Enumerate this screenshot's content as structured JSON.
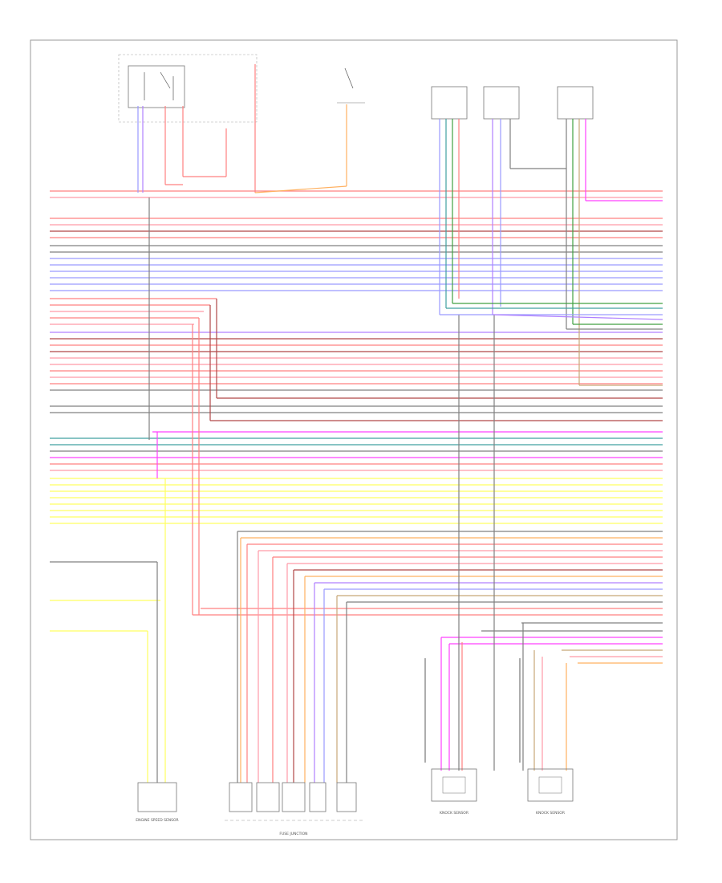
{
  "diagram": {
    "footer_code": "",
    "components": {
      "fuse_junction_label": "FUSE JUNCTION",
      "knock_sensor_left_label": "KNOCK SENSOR",
      "knock_sensor_right_label": "KNOCK SENSOR",
      "engine_speed_label": "ENGINE SPEED SENSOR"
    },
    "colors": {
      "red": "#ff8080",
      "pink": "#ff9aa8",
      "dark_red": "#b04848",
      "blue": "#9a9aff",
      "violet": "#b080ff",
      "magenta": "#ff40ff",
      "green": "#40a040",
      "teal": "#40a0a0",
      "yellow": "#ffff60",
      "orange": "#ffb060",
      "gray": "#808080",
      "black": "#202020",
      "tan": "#c8a878"
    }
  }
}
